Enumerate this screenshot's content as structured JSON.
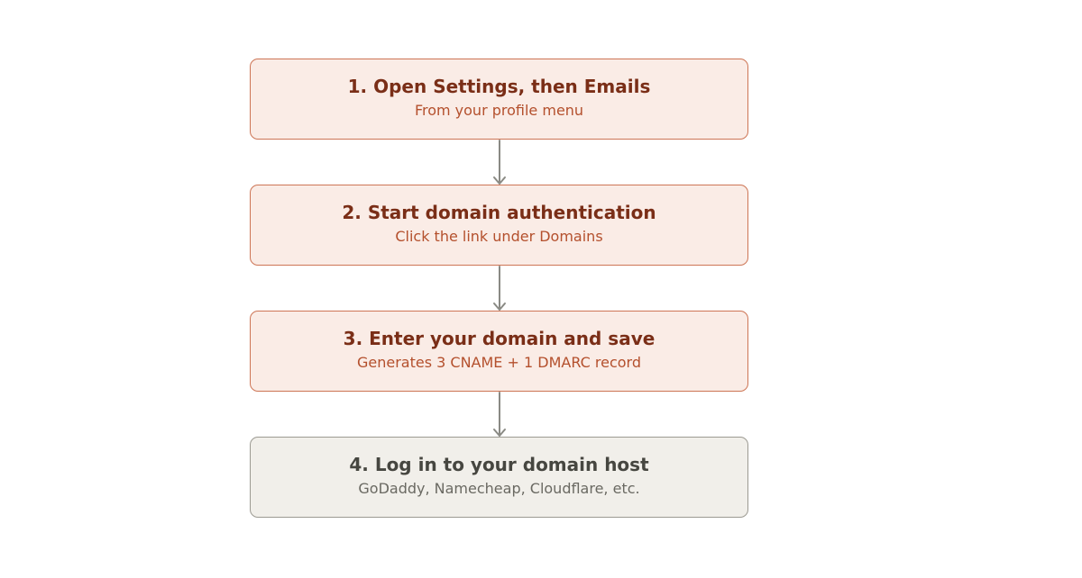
{
  "steps": [
    {
      "title": "1. Open Settings, then Emails",
      "subtitle": "From your profile menu",
      "style": "accent"
    },
    {
      "title": "2. Start domain authentication",
      "subtitle": "Click the link under Domains",
      "style": "accent"
    },
    {
      "title": "3. Enter your domain and save",
      "subtitle": "Generates 3 CNAME + 1 DMARC record",
      "style": "accent"
    },
    {
      "title": "4. Log in to your domain host",
      "subtitle": "GoDaddy, Namecheap, Cloudflare, etc.",
      "style": "neutral"
    }
  ],
  "colors": {
    "accent_fill": "#faece6",
    "accent_border": "#cd7555",
    "accent_title": "#7a2e17",
    "accent_subtitle": "#b4502d",
    "neutral_fill": "#f1efea",
    "neutral_border": "#9c9a92",
    "neutral_title": "#464640",
    "neutral_subtitle": "#6a6962",
    "connector": "#8a8a84"
  }
}
